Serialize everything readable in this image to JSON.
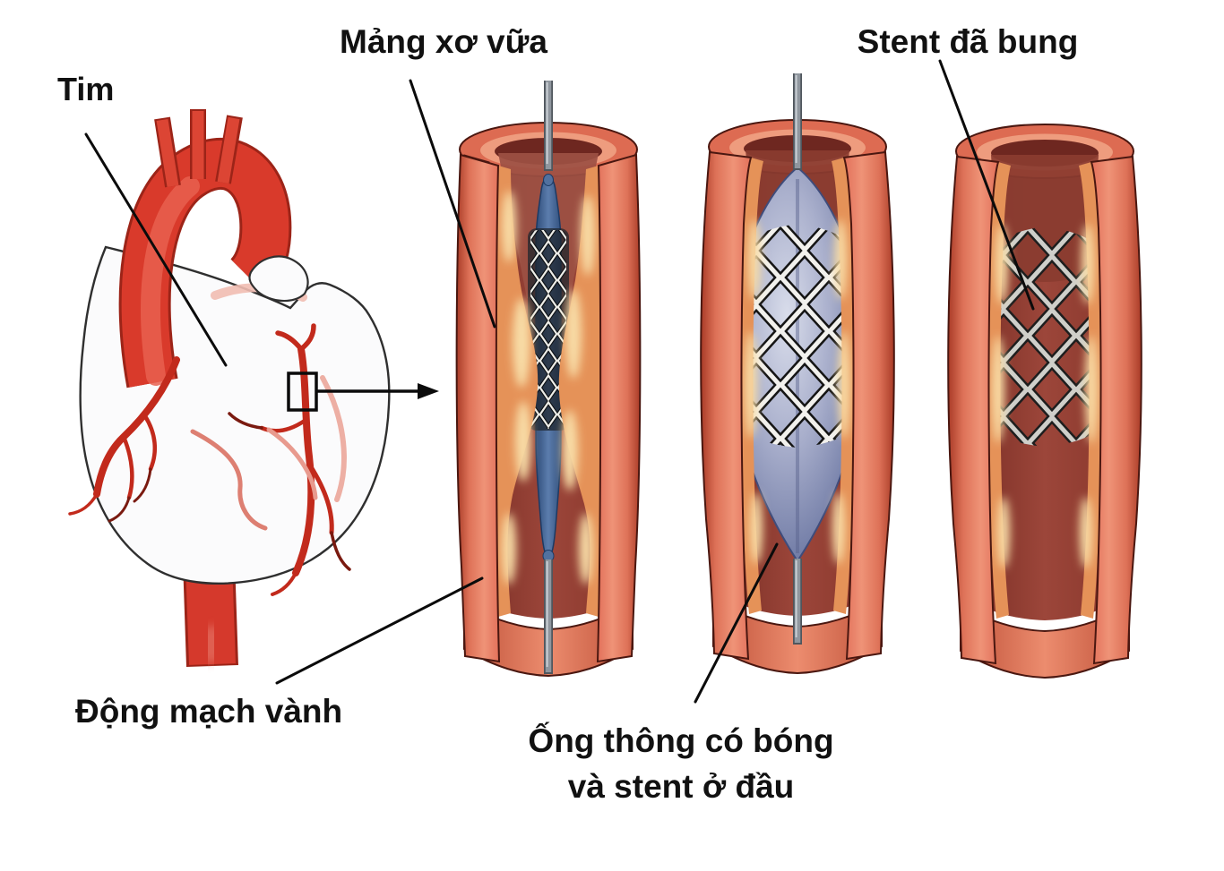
{
  "figure": {
    "description": "coronary-stent-angioplasty-diagram",
    "labels": {
      "heart": "Tim",
      "plaque": "Mảng xơ vữa",
      "expanded_stent": "Stent đã bung",
      "coronary_artery": "Động mạch vành",
      "balloon_catheter_line1": "Ống thông có bóng",
      "balloon_catheter_line2": "và stent ở đầu"
    },
    "colors": {
      "background": "#ffffff",
      "label_text": "#111111",
      "leader_line": "#0b0b0b",
      "artery_wall": "#E2705A",
      "artery_wall_dark": "#A93B27",
      "artery_outline": "#4A1710",
      "lumen_interior": "#8E3A2E",
      "plaque": "#E59258",
      "plaque_highlight": "#F8DCA6",
      "balloon_deflated": "#5C7DAD",
      "balloon_inflated": "#A9AFCC",
      "stent_strut_light": "#F2F1ED",
      "stent_strut_gray": "#CFCFCA",
      "stent_strut_outline": "#151515",
      "catheter_wire": "#8F969E",
      "aorta_red": "#D93A2B",
      "coronary_red": "#C22A1C"
    }
  }
}
